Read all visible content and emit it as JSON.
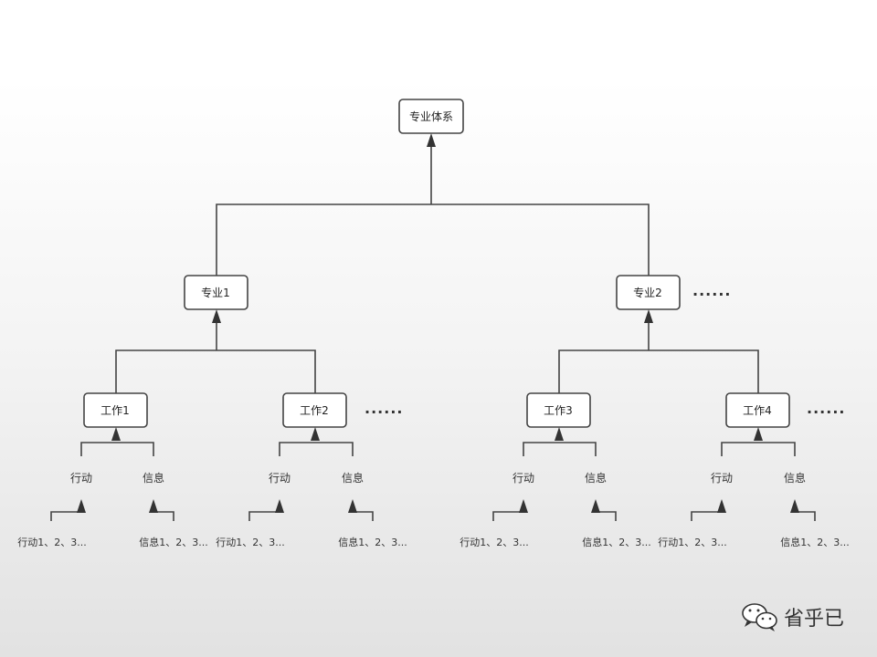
{
  "root": {
    "label": "专业体系"
  },
  "specialties": [
    {
      "label": "专业1"
    },
    {
      "label": "专业2",
      "more": "······"
    }
  ],
  "works": [
    {
      "label": "工作1"
    },
    {
      "label": "工作2",
      "more": "······"
    },
    {
      "label": "工作3"
    },
    {
      "label": "工作4",
      "more": "······"
    }
  ],
  "leaves": {
    "action": "行动",
    "info": "信息"
  },
  "sub_leaves": {
    "action": "行动1、2、3...",
    "info": "信息1、2、3..."
  },
  "watermark": {
    "text": "省乎已",
    "icon": "wechat-icon"
  }
}
